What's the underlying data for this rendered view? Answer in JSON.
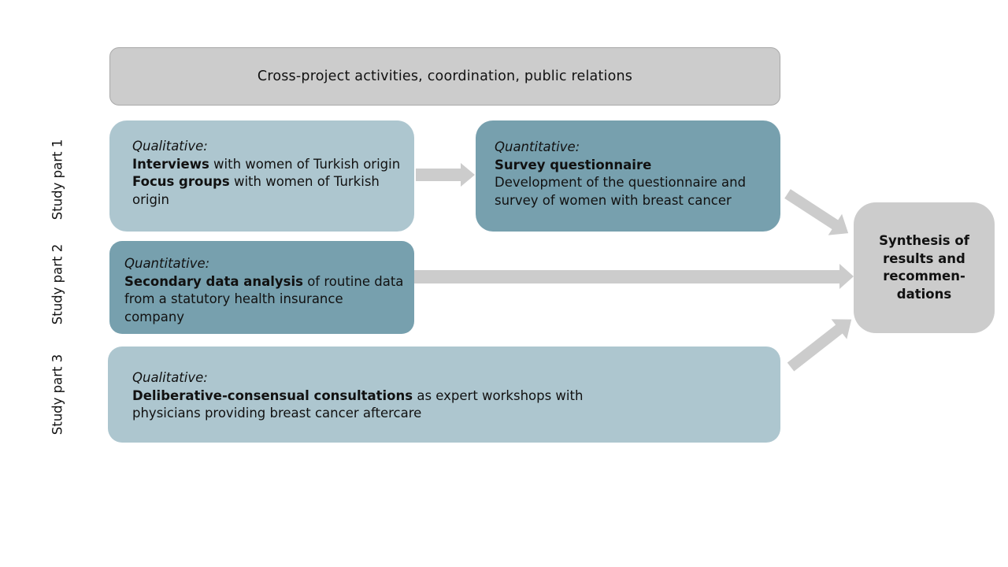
{
  "colors": {
    "light_box": "#adc6cf",
    "dark_box": "#77a0ae",
    "grey_box": "#cccccc",
    "arrow": "#cccccc"
  },
  "cross_project": {
    "label": "Cross-project activities, coordination, public relations"
  },
  "study_parts": [
    {
      "label": "Study part 1"
    },
    {
      "label": "Study part 2"
    },
    {
      "label": "Study part 3"
    }
  ],
  "study1": {
    "qualitative": {
      "method": "Qualitative:",
      "item1_bold": "Interviews",
      "item1_rest": " with women of Turkish origin",
      "item2_bold": "Focus groups",
      "item2_rest": " with women of Turkish",
      "item2_cont": "origin"
    },
    "quantitative": {
      "method": "Quantitative:",
      "title_bold": "Survey questionnaire",
      "desc_line1": "Development of the questionnaire and",
      "desc_line2": "survey of women with breast cancer"
    }
  },
  "study2": {
    "method": "Quantitative:",
    "title_bold": "Secondary data analysis",
    "title_rest": " of routine data",
    "desc_line2": "from a statutory health insurance",
    "desc_line3": "company"
  },
  "study3": {
    "method": "Qualitative:",
    "title_bold": "Deliberative-consensual consultations",
    "title_rest": " as expert workshops with",
    "desc_line2": "physicians providing breast cancer aftercare"
  },
  "synthesis": {
    "line1": "Synthesis of",
    "line2": "results and",
    "line3": "recommen-",
    "line4": "dations"
  }
}
